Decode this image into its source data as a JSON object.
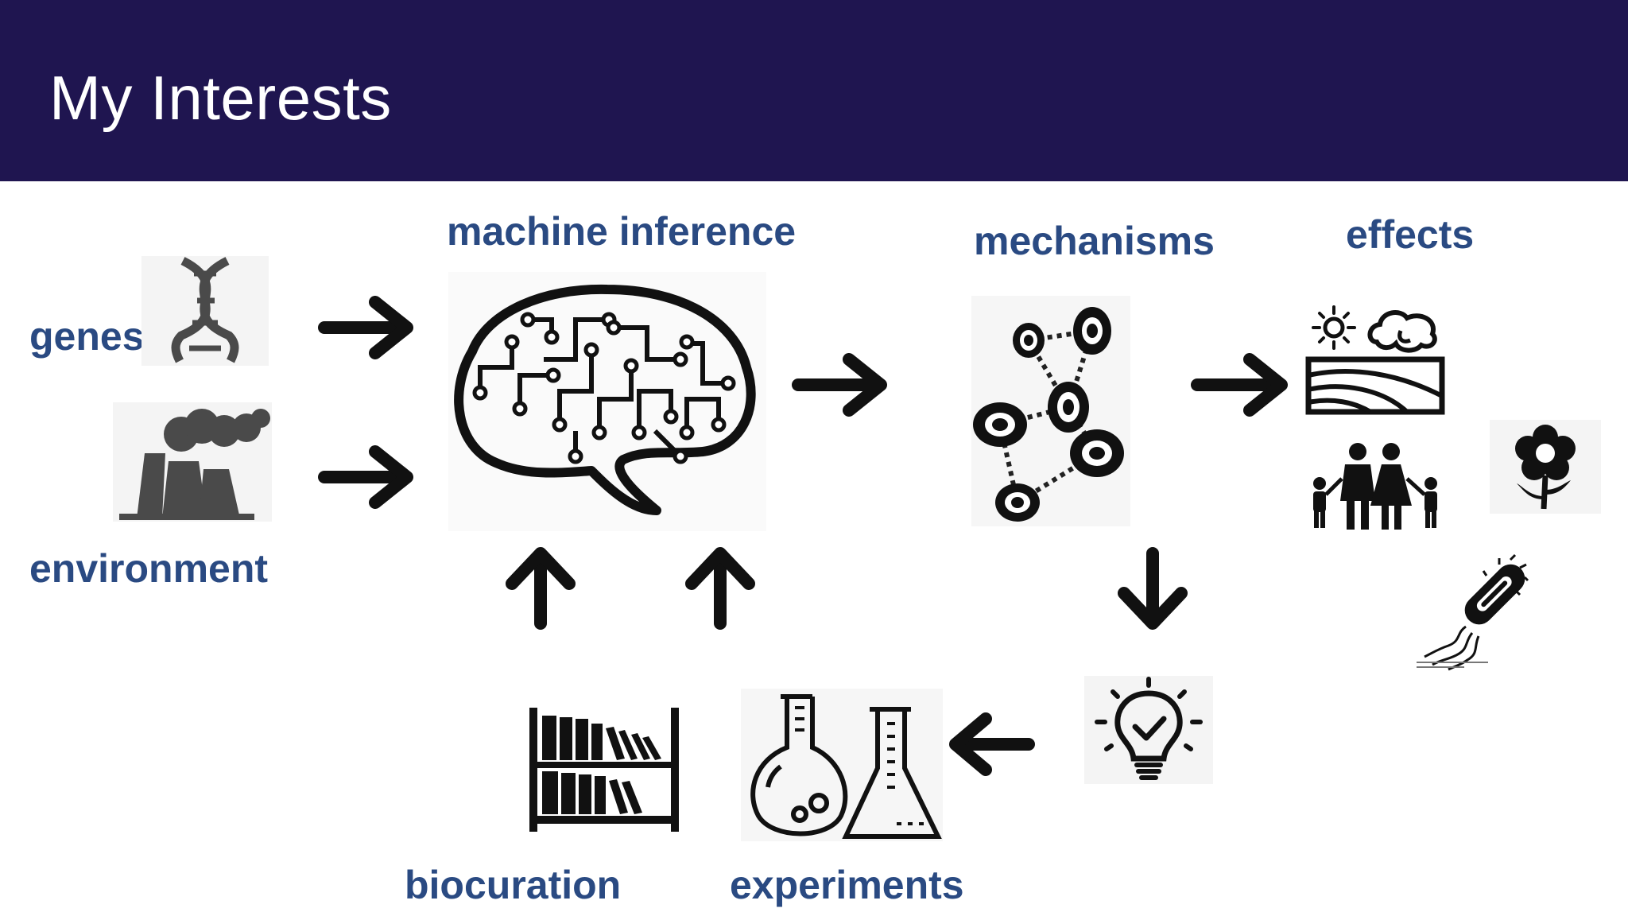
{
  "slide": {
    "title": "My Interests"
  },
  "labels": {
    "genes": "genes",
    "environment": "environment",
    "machine_inference": "machine inference",
    "mechanisms": "mechanisms",
    "effects": "effects",
    "biocuration": "biocuration",
    "experiments": "experiments"
  },
  "colors": {
    "header_bg": "#1f1550",
    "label_text": "#2a4a82",
    "icon": "#111111"
  }
}
